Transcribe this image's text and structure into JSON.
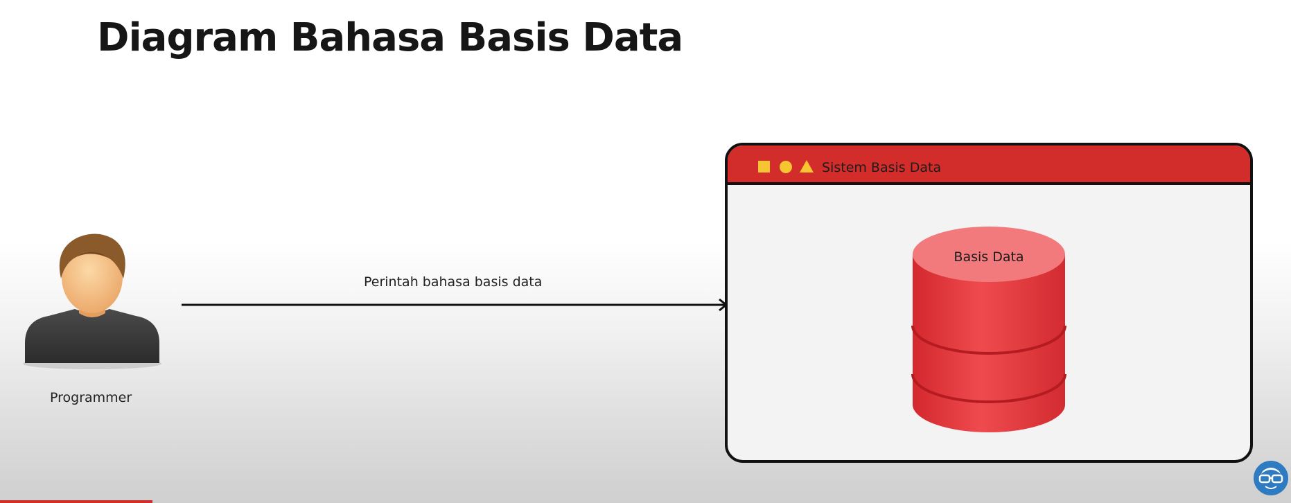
{
  "title": "Diagram Bahasa Basis Data",
  "actor": {
    "label": "Programmer",
    "icon": "user-avatar-icon"
  },
  "arrow": {
    "label": "Perintah bahasa basis data"
  },
  "window": {
    "title": "Sistem Basis Data",
    "header_color": "#d22c2b",
    "icons": [
      "square-icon",
      "circle-icon",
      "triangle-icon"
    ],
    "database": {
      "label": "Basis Data",
      "color": "#e8393d"
    }
  },
  "colors": {
    "accent": "#d22c2b",
    "shape_icons": "#f7c531"
  }
}
